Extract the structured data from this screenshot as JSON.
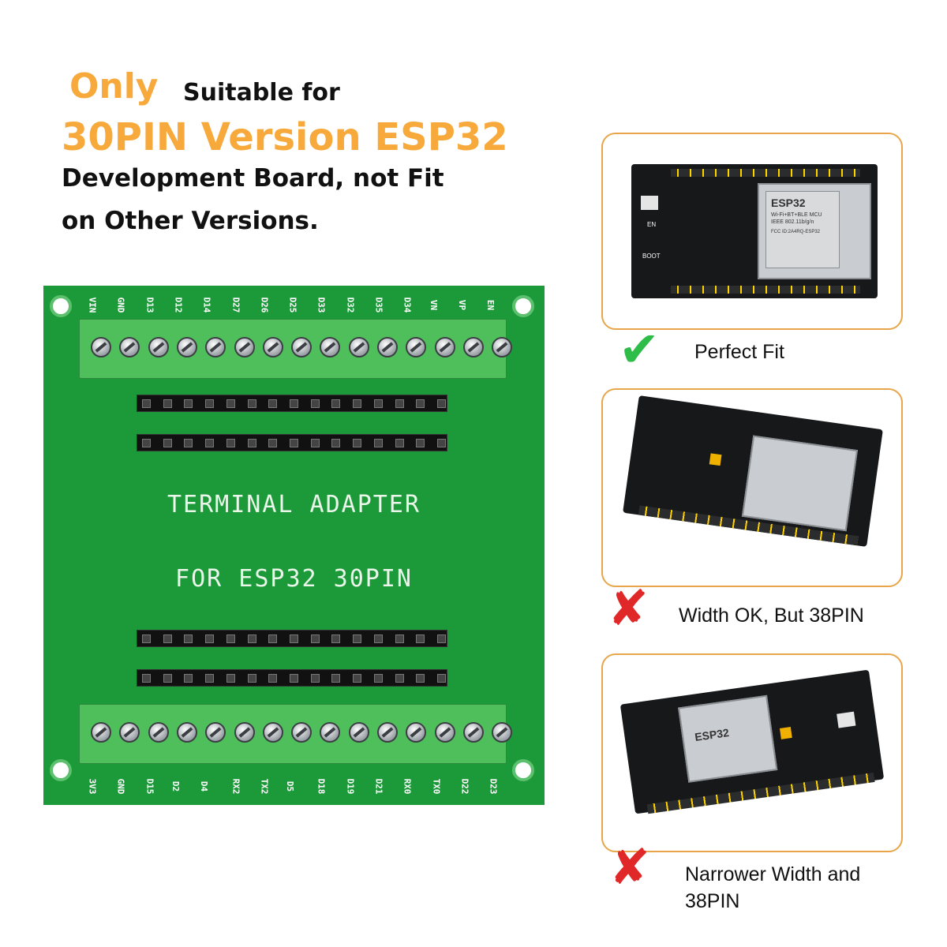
{
  "headline": {
    "line1_orange": "Only",
    "line1_black": "Suitable for",
    "line2": "30PIN Version ESP32",
    "line3": "Development Board, not Fit",
    "line4": "on Other Versions."
  },
  "board": {
    "title_line1": "TERMINAL ADAPTER",
    "title_line2": "FOR ESP32 30PIN",
    "top_pins": [
      "VIN",
      "GND",
      "D13",
      "D12",
      "D14",
      "D27",
      "D26",
      "D25",
      "D33",
      "D32",
      "D35",
      "D34",
      "VN",
      "VP",
      "EN"
    ],
    "bottom_pins": [
      "3V3",
      "GND",
      "D15",
      "D2",
      "D4",
      "RX2",
      "TX2",
      "D5",
      "D18",
      "D19",
      "D21",
      "RX0",
      "TX0",
      "D22",
      "D23"
    ]
  },
  "panels": [
    {
      "module_title": "ESP32",
      "module_line1": "Wi-Fi+BT+BLE MCU",
      "module_line2": "IEEE 802.11b/g/n",
      "module_line3": "FCC ID:2A4RQ-ESP32",
      "btn_en": "EN",
      "btn_boot": "BOOT",
      "caption": "Perfect Fit",
      "status": "check"
    },
    {
      "caption": "Width OK, But 38PIN",
      "status": "cross"
    },
    {
      "module_title": "ESP32",
      "caption_line1": "Narrower Width and",
      "caption_line2": "38PIN",
      "status": "cross"
    }
  ],
  "colors": {
    "accent_orange": "#f7a93b",
    "board_green": "#1c9a3a",
    "terminal_green": "#4fbf5c",
    "panel_border": "#e8a54a",
    "check_green": "#2fbd4a",
    "cross_red": "#e02828"
  },
  "icons": {
    "check": "check-mark-icon",
    "cross": "cross-mark-icon"
  }
}
